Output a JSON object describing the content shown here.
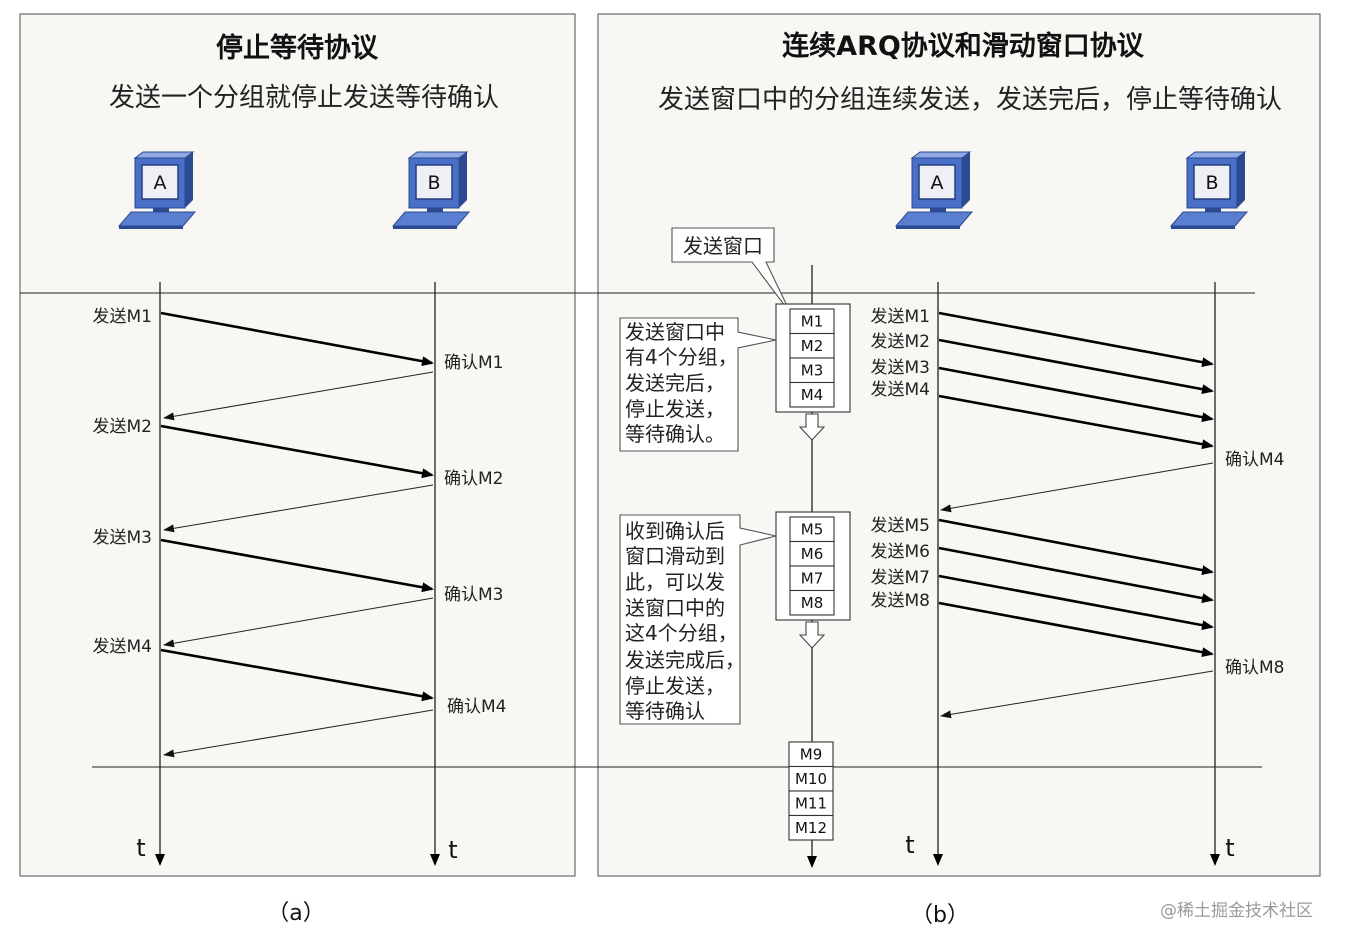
{
  "panel_a": {
    "title": "停止等待协议",
    "subtitle": "发送一个分组就停止发送等待确认",
    "host_a": "A",
    "host_b": "B",
    "time_a": "t",
    "time_b": "t",
    "sends": [
      "发送M1",
      "发送M2",
      "发送M3",
      "发送M4"
    ],
    "acks": [
      "确认M1",
      "确认M2",
      "确认M3",
      "确认M4"
    ],
    "caption": "（a）"
  },
  "panel_b": {
    "title": "连续ARQ协议和滑动窗口协议",
    "subtitle": "发送窗口中的分组连续发送，发送完后，停止等待确认",
    "host_a": "A",
    "host_b": "B",
    "time_center": "",
    "time_a": "t",
    "time_b": "t",
    "window_label": "发送窗口",
    "window_1": [
      "M1",
      "M2",
      "M3",
      "M4"
    ],
    "window_2": [
      "M5",
      "M6",
      "M7",
      "M8"
    ],
    "queue": [
      "M9",
      "M10",
      "M11",
      "M12"
    ],
    "callout_1": [
      "发送窗口中",
      "有4个分组，",
      "发送完后，",
      "停止发送，",
      "等待确认。"
    ],
    "callout_2": [
      "收到确认后",
      "窗口滑动到",
      "此，可以发",
      "送窗口中的",
      "这4个分组，",
      "发送完成后，",
      "停止发送，",
      "等待确认"
    ],
    "sends": [
      "发送M1",
      "发送M2",
      "发送M3",
      "发送M4",
      "发送M5",
      "发送M6",
      "发送M7",
      "发送M8"
    ],
    "acks": [
      "确认M4",
      "确认M8"
    ],
    "caption": "（b）"
  },
  "watermark": "@稀土掘金技术社区",
  "colors": {
    "panel_background": "#f8f7f3",
    "monitor_blue": "#4a6fc6"
  }
}
